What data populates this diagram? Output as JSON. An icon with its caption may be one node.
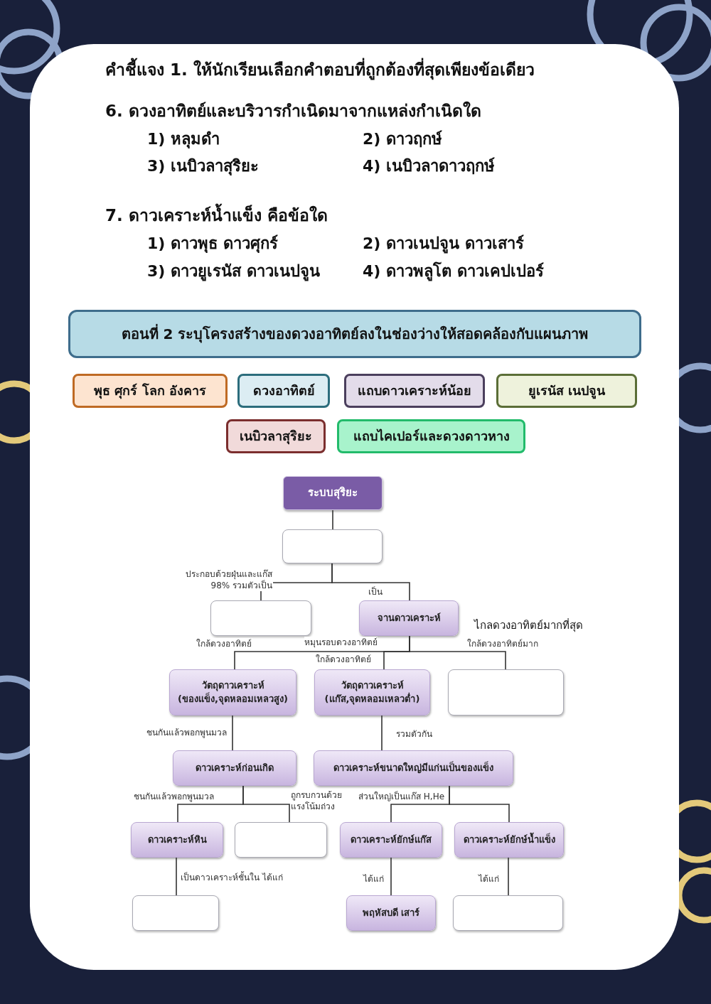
{
  "diagram": {
    "nodes": [
      {
        "text": [
          "ตอนที่ 2  ระบุโครงสร้างของดวงอาทิตย์ลงในช่องว่างให้สอดคล้องกับแผนภาพ"
        ]
      },
      {
        "text": [
          "พุธ ศุกร์ โลก อังคาร"
        ]
      },
      {
        "text": [
          "ดวงอาทิตย์"
        ]
      },
      {
        "text": [
          "แถบดาวเคราะห์น้อย"
        ]
      },
      {
        "text": [
          "ยูเรนัส เนปจูน"
        ]
      },
      {
        "text": [
          "เนบิวลาสุริยะ"
        ]
      },
      {
        "text": [
          "แถบไคเปอร์และดวงดาวหาง"
        ]
      },
      {
        "text": [
          "ระบบสุริยะ"
        ]
      },
      {
        "text": [],
        "shape": "box"
      },
      {
        "text": [],
        "shape": "box"
      },
      {
        "text": [
          "จานดาวเคราะห์"
        ]
      },
      {
        "text": [
          "วัตถุดาวเคราะห์ (ของแข็ง,จุดหลอมเหลวสูง)"
        ]
      },
      {
        "text": [
          "วัตถุดาวเคราะห์ (แก๊ส,จุดหลอมเหลวต่ำ)"
        ]
      },
      {
        "text": [],
        "shape": "box"
      },
      {
        "text": [
          "ดาวเคราะห์ก่อนเกิด"
        ]
      },
      {
        "text": [
          "ดาวเคราะห์ขนาดใหญ่มีแก่นเป็นของแข็ง"
        ]
      },
      {
        "text": [
          "ดาวเคราะห์หิน"
        ]
      },
      {
        "text": [],
        "shape": "box"
      },
      {
        "text": [
          "ดาวเคราะห์ยักษ์แก๊ส"
        ]
      },
      {
        "text": [
          "ดาวเคราะห์ยักษ์น้ำแข็ง"
        ]
      },
      {
        "text": [],
        "shape": "box"
      },
      {
        "text": [
          "พฤหัสบดี  เสาร์"
        ]
      },
      {
        "text": [],
        "shape": "box"
      }
    ],
    "edges": [
      {
        "from": 7,
        "to": 8,
        "arrow": "none"
      },
      {
        "from": 8,
        "to": 9,
        "arrow": "none",
        "label": "ประกอบด้วยฝุ่นและแก๊ส 98% รวมตัวเป็น"
      },
      {
        "from": 8,
        "to": 10,
        "arrow": "none",
        "label": "เป็น"
      },
      {
        "from": 10,
        "to": 11,
        "arrow": "none",
        "label": "ใกล้ดวงอาทิตย์"
      },
      {
        "from": 10,
        "to": 12,
        "arrow": "none",
        "label": "ใกล้ดวงอาทิตย์"
      },
      {
        "from": 10,
        "to": 13,
        "arrow": "none",
        "label": "ใกล้ดวงอาทิตย์มาก"
      },
      {
        "from": 11,
        "to": 14,
        "arrow": "none",
        "label": "ชนกันแล้วพอกพูนมวล"
      },
      {
        "from": 12,
        "to": 15,
        "arrow": "none",
        "label": "รวมตัวกัน"
      },
      {
        "from": 14,
        "to": 16,
        "arrow": "none",
        "label": "ชนกันแล้วพอกพูนมวล"
      },
      {
        "from": 14,
        "to": 17,
        "arrow": "none",
        "label": "ถูกรบกวนด้วยแรงโน้มถ่วง"
      },
      {
        "from": 15,
        "to": 18,
        "arrow": "none",
        "label": "ส่วนใหญ่เป็นแก๊ส H,He"
      },
      {
        "from": 15,
        "to": 19,
        "arrow": "none"
      },
      {
        "from": 16,
        "to": 20,
        "arrow": "none",
        "label": "เป็นดาวเคราะห์ชั้นใน  ได้แก่"
      },
      {
        "from": 18,
        "to": 21,
        "arrow": "none",
        "label": "ได้แก่"
      },
      {
        "from": 19,
        "to": 22,
        "arrow": "none",
        "label": "ได้แก่"
      }
    ],
    "labels": [
      "คำชี้แจง 1. ให้นักเรียนเลือกคำตอบที่ถูกต้องที่สุดเพียงข้อเดียว",
      "6. ดวงอาทิตย์และบริวารกำเนิดมาจากแหล่งกำเนิดใด",
      "1) หลุมดำ",
      "2) ดาวฤกษ์",
      "3) เนบิวลาสุริยะ",
      "4) เนบิวลาดาวฤกษ์",
      "7. ดาวเคราะห์น้ำแข็ง คือข้อใด",
      "1) ดาวพุธ ดาวศุกร์",
      "2) ดาวเนปจูน  ดาวเสาร์",
      "3) ดาวยูเรนัส  ดาวเนปจูน",
      "4) ดาวพลูโต ดาวเคปเปอร์",
      "หมุนรอบดวงอาทิตย์",
      "ไกลดวงอาทิตย์มากที่สุด"
    ]
  }
}
